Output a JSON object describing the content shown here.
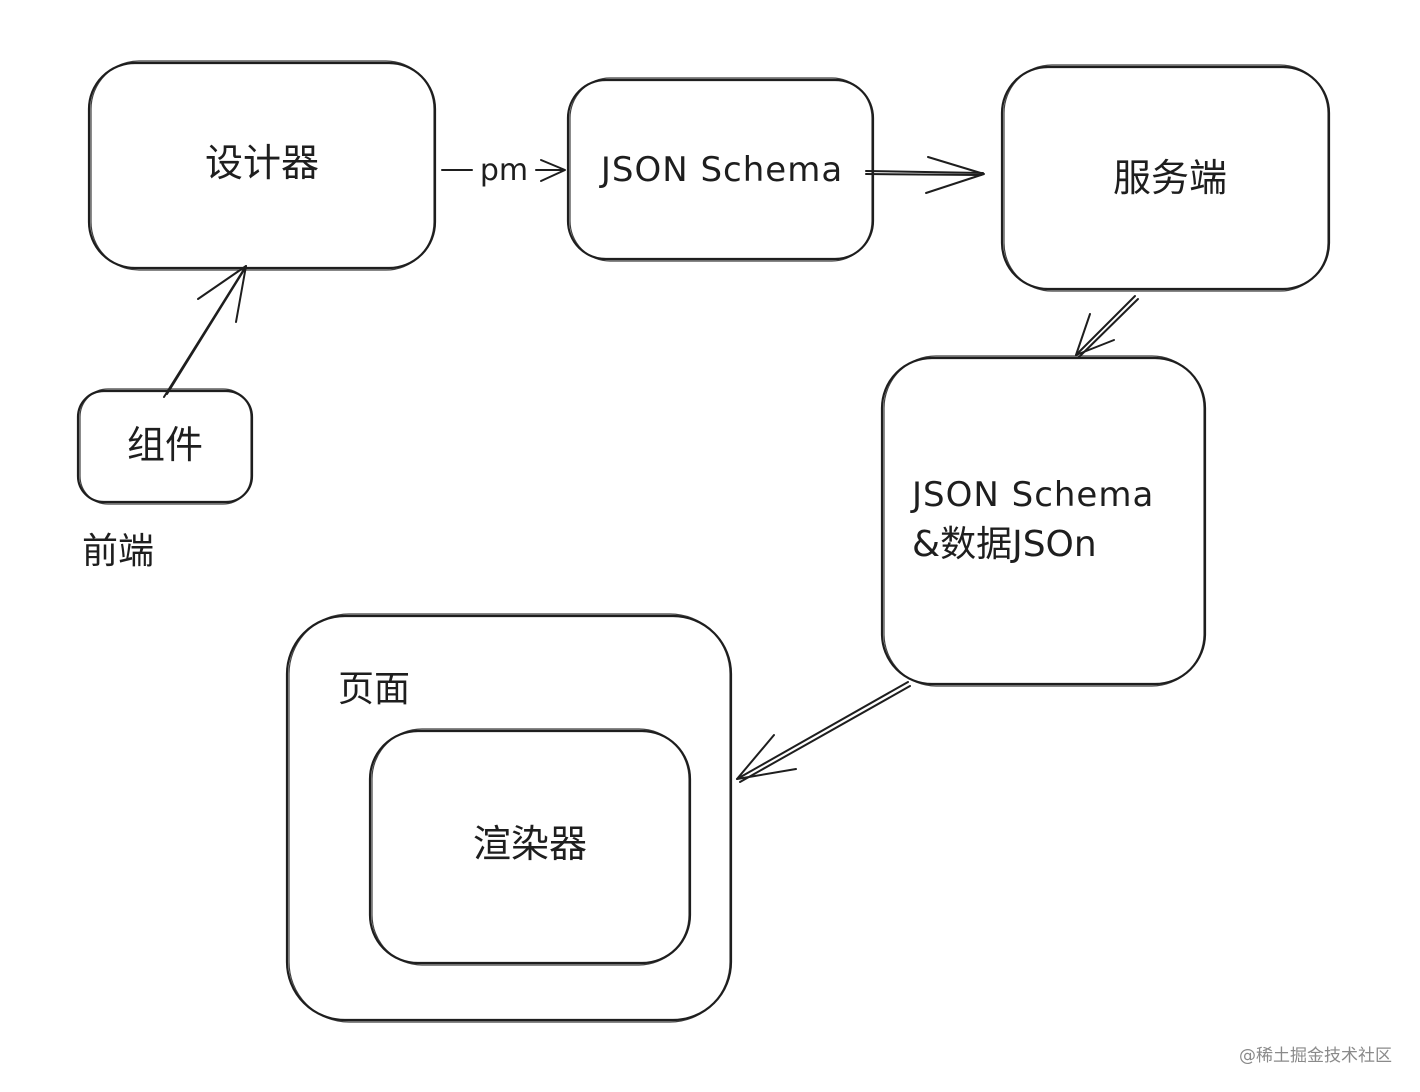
{
  "nodes": {
    "designer": "设计器",
    "component": "组件",
    "frontend_note": "前端",
    "schema": "JSON Schema",
    "server": "服务端",
    "schema_data_line1": "JSON Schema",
    "schema_data_line2": "&数据JSOn",
    "page": "页面",
    "renderer": "渲染器"
  },
  "edges": {
    "designer_to_schema": "pm"
  },
  "watermark": "@稀土掘金技术社区",
  "colors": {
    "ink": "#1e1e1e",
    "background": "#ffffff",
    "watermark": "#8a8a8a"
  }
}
